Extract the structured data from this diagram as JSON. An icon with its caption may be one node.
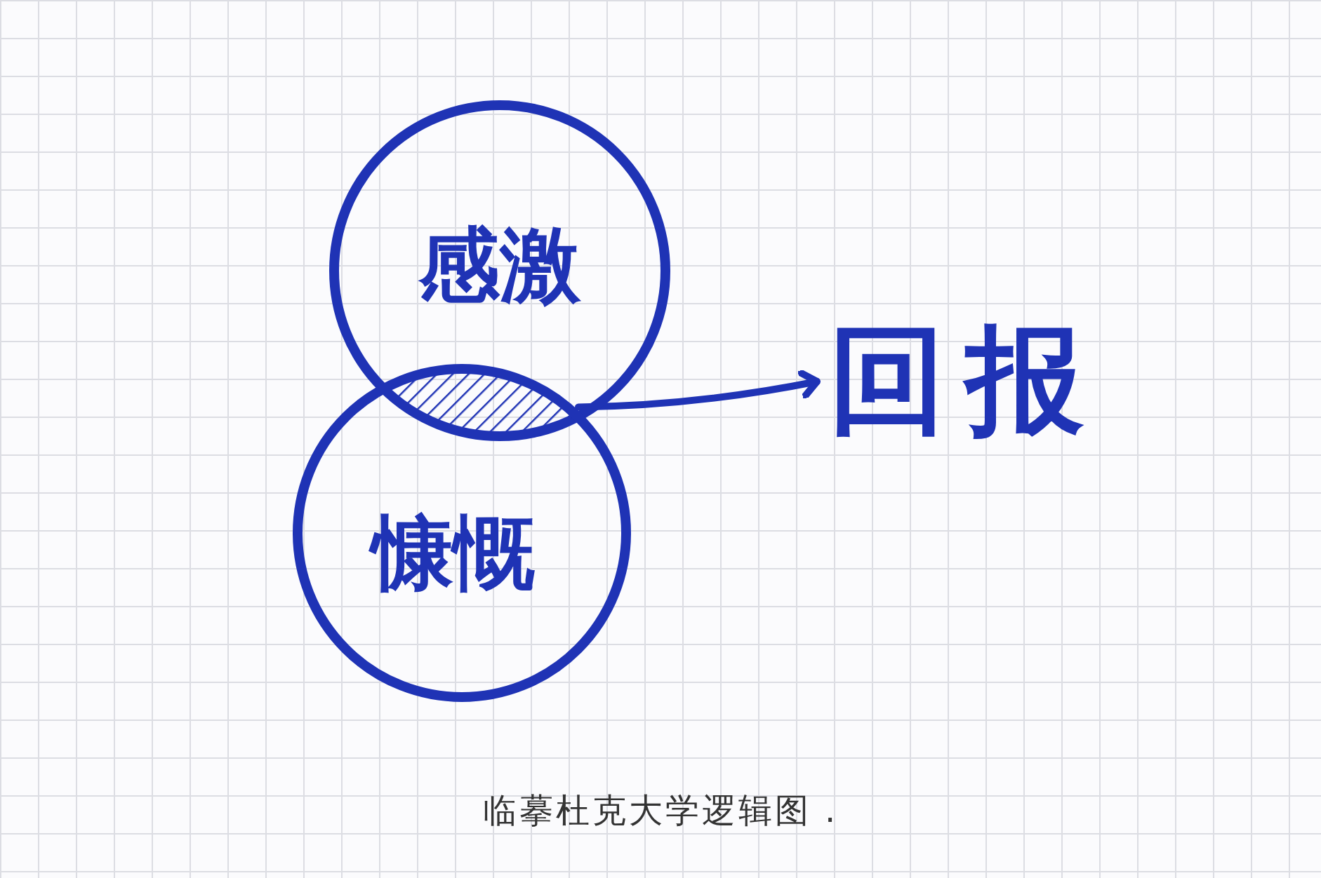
{
  "diagram": {
    "caption": "临摹杜克大学逻辑图 .",
    "nodes": [
      {
        "text": [
          "感激"
        ]
      },
      {
        "text": [
          "慷慨"
        ]
      },
      {
        "text": [],
        "shape": "lens"
      },
      {
        "text": [
          "回报"
        ]
      }
    ],
    "edges": [
      {
        "from": 2,
        "to": 3,
        "arrow": "to"
      }
    ]
  }
}
